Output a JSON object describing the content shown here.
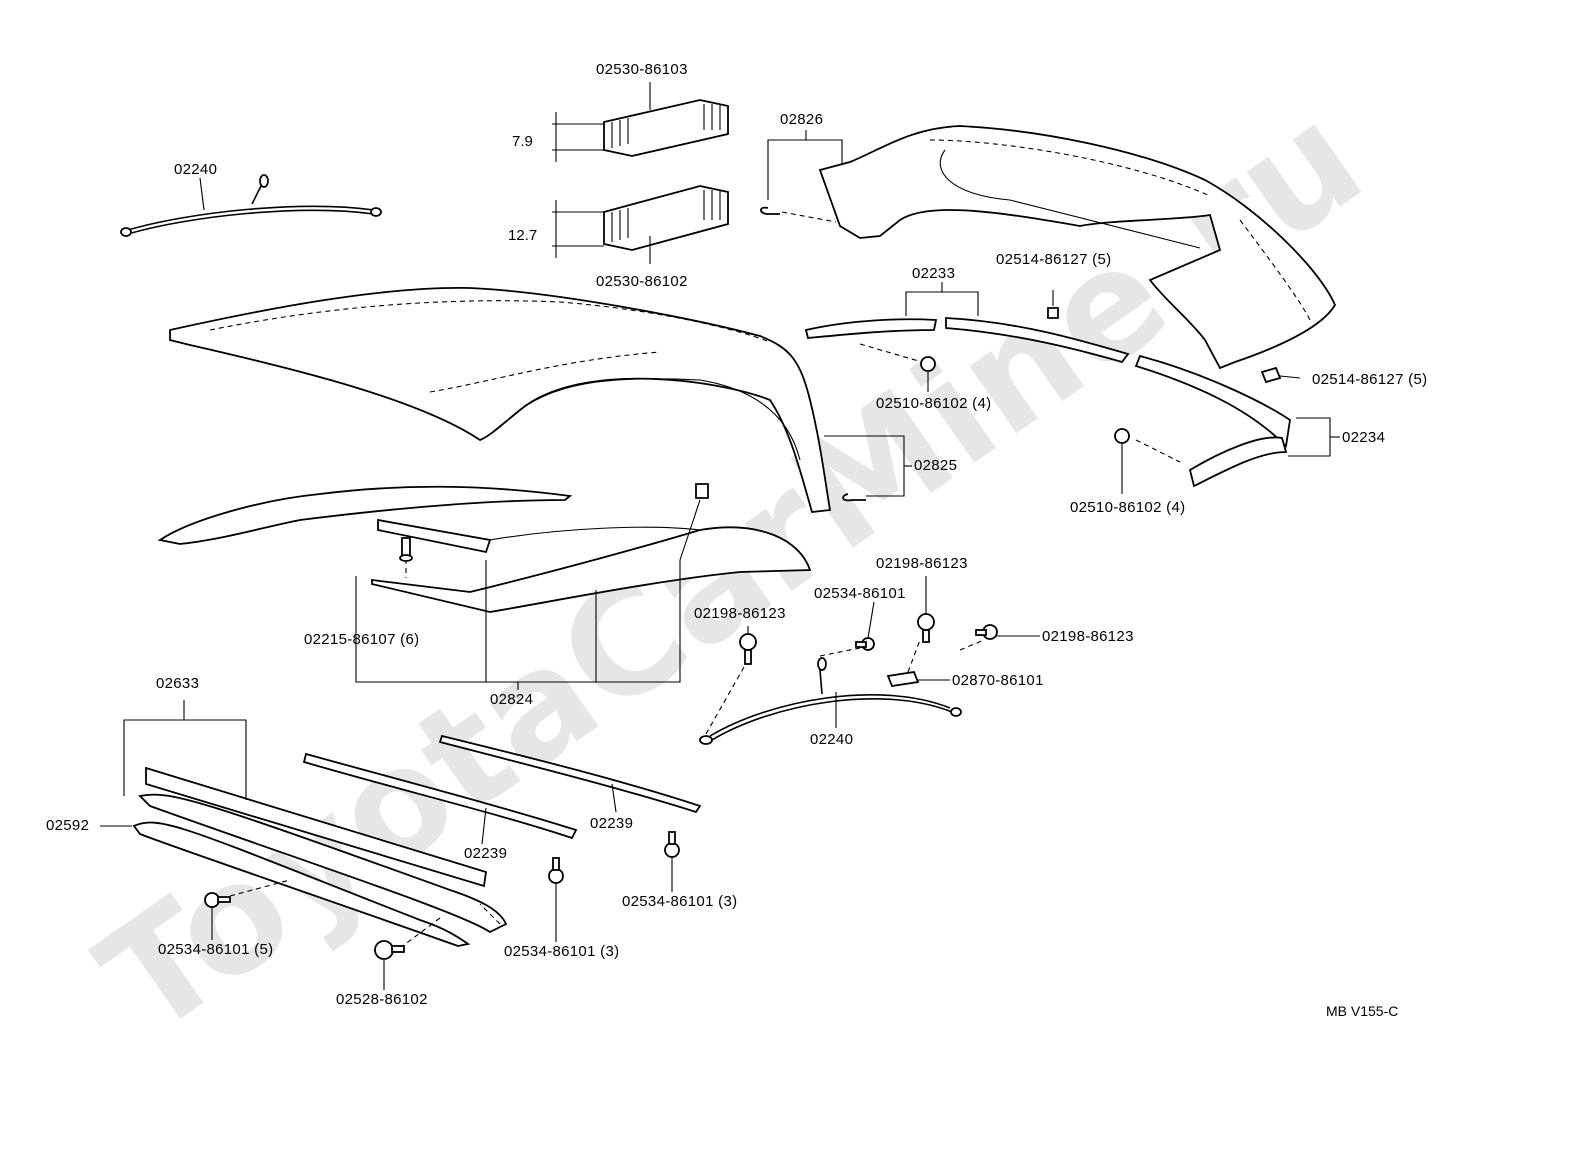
{
  "watermark": "ToyotaCarMine.ru",
  "drawing_code": "MB V155-C",
  "dimensions": {
    "small": "7.9",
    "large": "12.7"
  },
  "labels": {
    "p02530_86103": "02530-86103",
    "p02530_86102": "02530-86102",
    "p02240_top": "02240",
    "p02826": "02826",
    "p02233": "02233",
    "p02514_86127_a": "02514-86127 (5)",
    "p02514_86127_b": "02514-86127 (5)",
    "p02510_86102_a": "02510-86102 (4)",
    "p02510_86102_b": "02510-86102 (4)",
    "p02234": "02234",
    "p02825": "02825",
    "p02198_86123_a": "02198-86123",
    "p02198_86123_b": "02198-86123",
    "p02198_86123_c": "02198-86123",
    "p02534_86101": "02534-86101",
    "p02870_86101": "02870-86101",
    "p02215_86107": "02215-86107 (6)",
    "p02824": "02824",
    "p02240_bottom": "02240",
    "p02633": "02633",
    "p02592": "02592",
    "p02239_a": "02239",
    "p02239_b": "02239",
    "p02534_86101_3a": "02534-86101 (3)",
    "p02534_86101_3b": "02534-86101 (3)",
    "p02534_86101_5": "02534-86101 (5)",
    "p02528_86102": "02528-86102"
  }
}
